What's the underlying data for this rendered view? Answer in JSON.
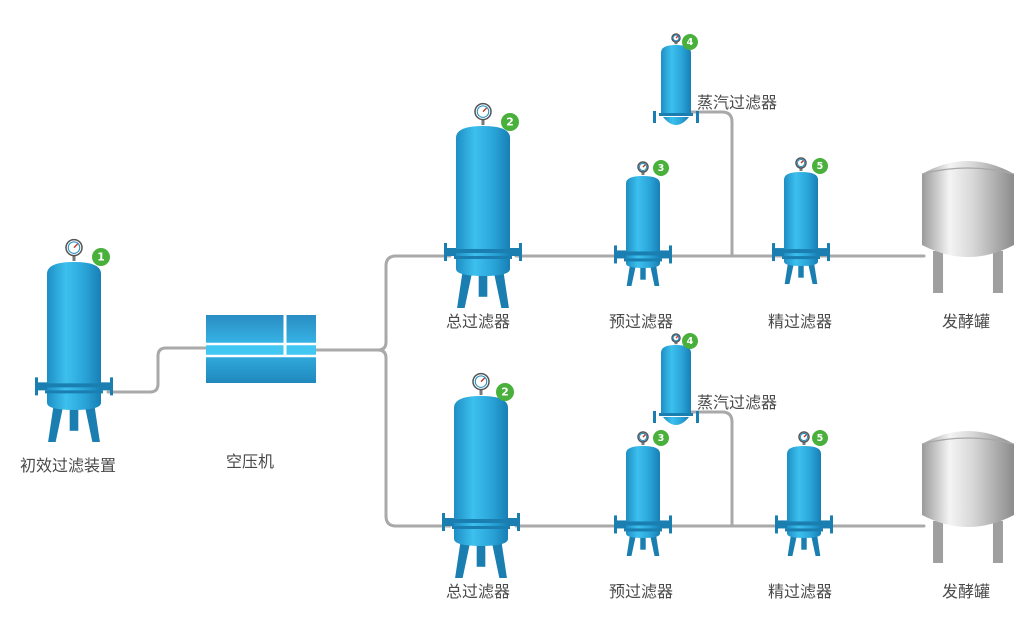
{
  "colors": {
    "pipe": "#a9a9a9",
    "filter_body": "#2ea9dc",
    "filter_dark": "#1a7fb0",
    "badge": "#49b03c",
    "badge_text": "#ffffff",
    "tank": "#c9c9c9",
    "label": "#4a4a4a"
  },
  "components": {
    "primary_filter": {
      "label": "初效过滤装置",
      "badge": "1"
    },
    "compressor": {
      "label": "空压机"
    },
    "top_line": {
      "main_filter": {
        "label": "总过滤器",
        "badge": "2"
      },
      "pre_filter": {
        "label": "预过滤器",
        "badge": "3"
      },
      "steam_filter": {
        "label": "蒸汽过滤器",
        "badge": "4"
      },
      "fine_filter": {
        "label": "精过滤器",
        "badge": "5"
      },
      "fermenter": {
        "label": "发酵罐"
      }
    },
    "bottom_line": {
      "main_filter": {
        "label": "总过滤器",
        "badge": "2"
      },
      "pre_filter": {
        "label": "预过滤器",
        "badge": "3"
      },
      "steam_filter": {
        "label": "蒸汽过滤器",
        "badge": "4"
      },
      "fine_filter": {
        "label": "精过滤器",
        "badge": "5"
      },
      "fermenter": {
        "label": "发酵罐"
      }
    }
  },
  "icons": [
    "pressure-gauge-icon",
    "number-badge-icon"
  ]
}
